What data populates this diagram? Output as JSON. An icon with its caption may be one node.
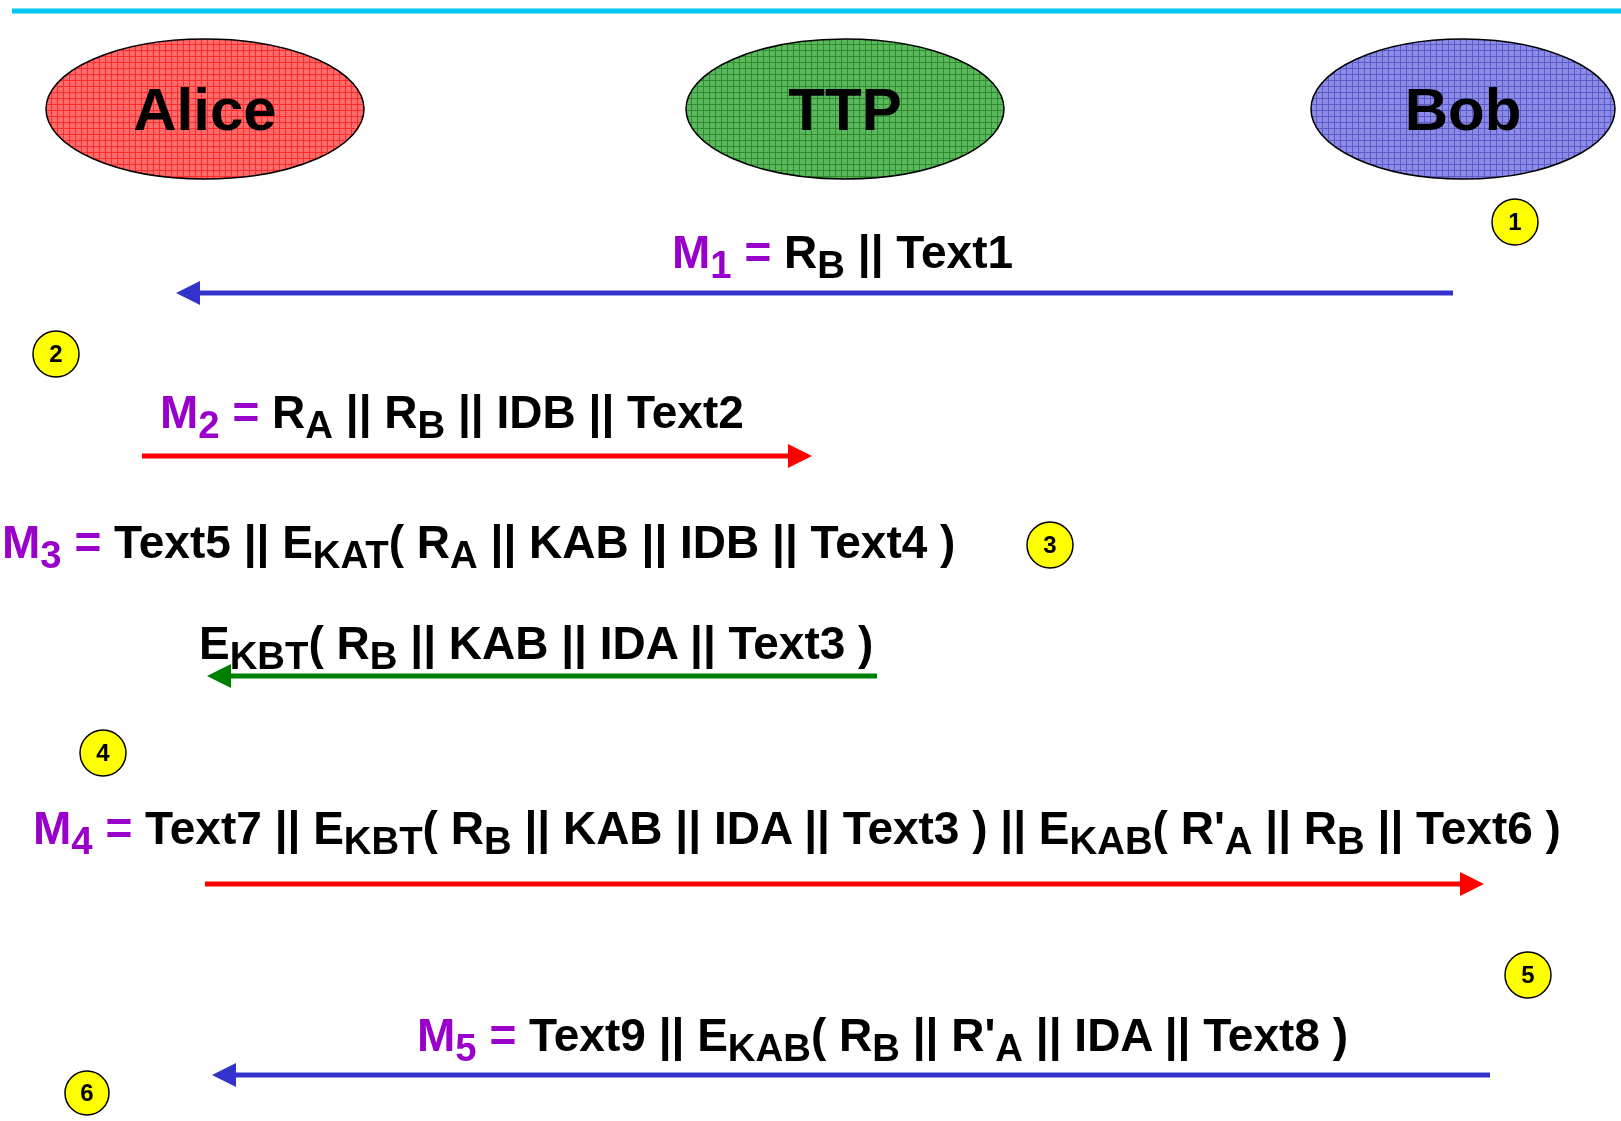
{
  "diagram": {
    "nodes": [
      {
        "text": [
          "Alice"
        ]
      },
      {
        "text": [
          "TTP"
        ]
      },
      {
        "text": [
          "Bob"
        ]
      },
      {
        "text": [
          "1"
        ]
      },
      {
        "text": [
          "2"
        ]
      },
      {
        "text": [
          "3"
        ]
      },
      {
        "text": [
          "4"
        ]
      },
      {
        "text": [
          "5"
        ]
      },
      {
        "text": [
          "6"
        ]
      }
    ],
    "labels": [
      "M$_{1}$ = R$_{B}$ || Text1",
      "M$_{2}$ = R$_{A}$ || R$_{B}$ || IDB || Text2",
      "M$_{3}$ = Text5 || E$_{KAT}$( R$_{A}$ || KAB || IDB || Text4 ) E$_{KBT}$( R$_{B}$ || KAB || IDA || Text3 )",
      "M$_{4}$ = Text7 || E$_{KBT}$( R$_{B}$ || KAB || IDA || Text3 ) || E$_{KAB}$( R'$_{A}$ || R$_{B}$ || Text6 )",
      "M$_{5}$ = Text9 || E$_{KAB}$( R$_{B}$ || R'$_{A}$ || IDA || Text8 )"
    ]
  }
}
